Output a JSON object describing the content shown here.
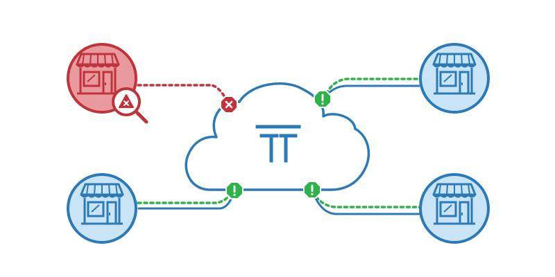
{
  "colors": {
    "primary": "#2a7ab8",
    "primary_fill": "#c9e4f7",
    "error": "#c0333a",
    "error_fill": "#e89a9e",
    "ok": "#2db34a",
    "background": "#ffffff"
  },
  "hub": {
    "icon": "tt-logo-icon"
  },
  "stores": [
    {
      "id": "store-top-left",
      "status": "error",
      "icon": "storefront-icon",
      "badge": "magnifier-alert-icon"
    },
    {
      "id": "store-top-right",
      "status": "ok",
      "icon": "storefront-icon"
    },
    {
      "id": "store-bottom-left",
      "status": "ok",
      "icon": "storefront-icon"
    },
    {
      "id": "store-bottom-right",
      "status": "ok",
      "icon": "storefront-icon"
    }
  ],
  "connections": [
    {
      "from": "store-top-left",
      "status": "error",
      "marker_icon": "x-octagon-icon"
    },
    {
      "from": "store-top-right",
      "status": "ok",
      "marker_icon": "exclamation-octagon-icon"
    },
    {
      "from": "store-bottom-left",
      "status": "ok",
      "marker_icon": "exclamation-octagon-icon"
    },
    {
      "from": "store-bottom-right",
      "status": "ok",
      "marker_icon": "exclamation-octagon-icon"
    }
  ]
}
